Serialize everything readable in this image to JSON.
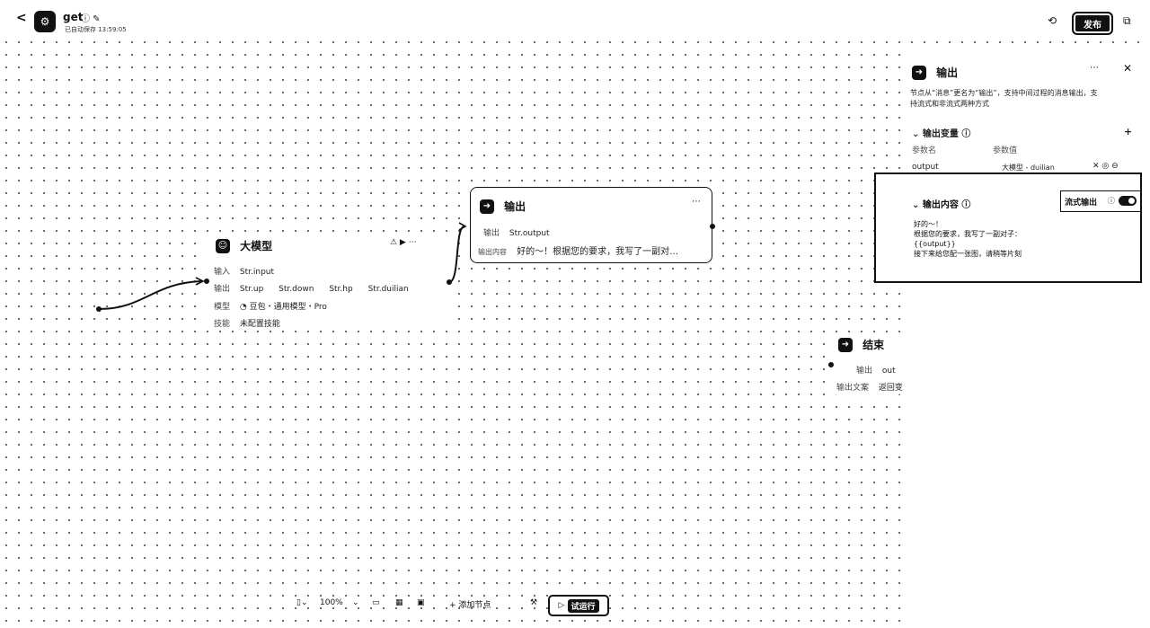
{
  "header": {
    "back_icon": "chevron-left-icon",
    "app_name": "get",
    "autosave": "已自动保存 13:59:05",
    "publish_label": "发布"
  },
  "nodes": {
    "llm": {
      "title": "大模型",
      "input_label": "输入",
      "input_value": "Str.input",
      "output_label": "输出",
      "outputs": [
        "Str.up",
        "Str.down",
        "Str.hp",
        "Str.duilian"
      ],
      "model_label": "模型",
      "model_value": "豆包・通用模型・Pro",
      "skill_label": "技能",
      "skill_value": "未配置技能"
    },
    "output": {
      "title": "输出",
      "output_label": "输出",
      "output_value": "Str.output",
      "content_label": "输出内容",
      "content_value": "好的～！根据您的要求，我写了一副对…"
    },
    "end": {
      "title": "结束",
      "output_label": "输出",
      "output_value": "out",
      "content_label": "输出文案",
      "content_value": "返回变"
    }
  },
  "panel": {
    "title": "输出",
    "desc_line1": "节点从“消息”更名为“输出”，支持中间过程的消息输出，支",
    "desc_line2": "持流式和非流式两种方式",
    "vars_header": "输出变量",
    "col_name": "参数名",
    "col_value": "参数值",
    "var_name": "output",
    "var_ref": "大模型 - duilian",
    "content_header": "输出内容",
    "stream_label": "流式输出",
    "content_lines": [
      "好的～！",
      "根据您的要求，我写了一副对子：",
      "{{output}}",
      "接下来给您配一张图，请稍等片刻"
    ]
  },
  "toolbar": {
    "zoom": "100%",
    "add_node": "添加节点",
    "run": "试运行"
  }
}
